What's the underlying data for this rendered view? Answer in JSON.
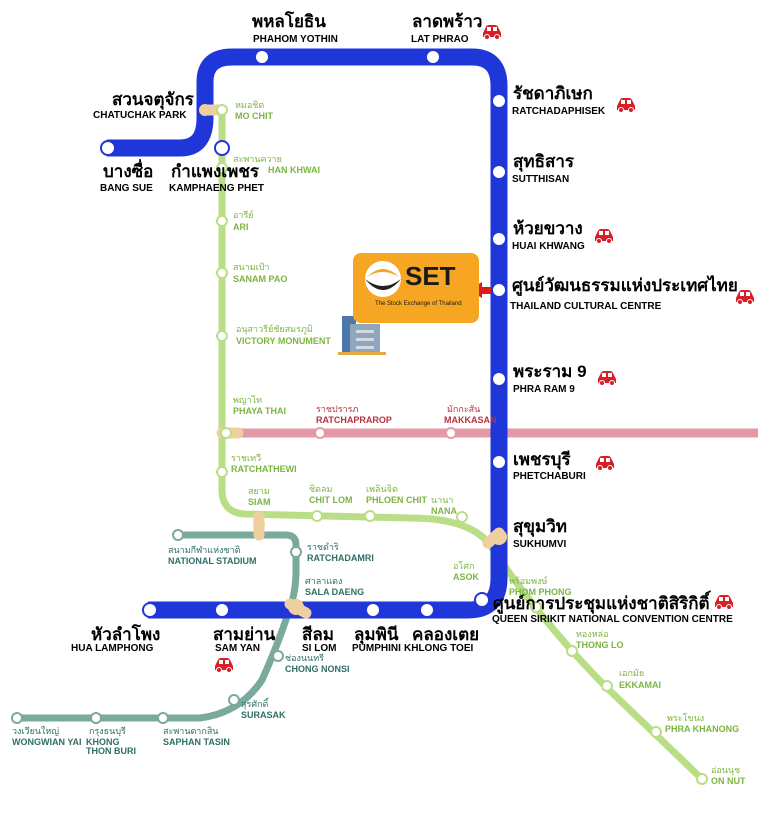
{
  "colors": {
    "mrt_blue": "#1f36d9",
    "bts_sukhumvit": "#b9de86",
    "bts_silom": "#7aaa9c",
    "airport_link": "#e39aa4",
    "interchange": "#f0cf9e",
    "set_orange": "#f6a623",
    "arrow_red": "#e01b1b",
    "car_red": "#d61f26"
  },
  "mrt": {
    "stations": [
      {
        "th": "พหลโยธิน",
        "en": "PHAHOM YOTHIN"
      },
      {
        "th": "ลาดพร้าว",
        "en": "LAT PHRAO"
      },
      {
        "th": "รัชดาภิเษก",
        "en": "RATCHADAPHISEK"
      },
      {
        "th": "สุทธิสาร",
        "en": "SUTTHISAN"
      },
      {
        "th": "ห้วยขวาง",
        "en": "HUAI KHWANG"
      },
      {
        "th": "ศูนย์วัฒนธรรมแห่งประเทศไทย",
        "en": "THAILAND CULTURAL CENTRE"
      },
      {
        "th": "พระราม 9",
        "en": "PHRA RAM 9"
      },
      {
        "th": "เพชรบุรี",
        "en": "PHETCHABURI"
      },
      {
        "th": "สุขุมวิท",
        "en": "SUKHUMVI"
      },
      {
        "th": "ศูนย์การประชุมแห่งชาติสิริกิติ์",
        "en": "QUEEN SIRIKIT NATIONAL CONVENTION CENTRE"
      },
      {
        "th": "คลองเตย",
        "en": "KHLONG TOEI"
      },
      {
        "th": "ลุมพินี",
        "en": "PUMPHINI"
      },
      {
        "th": "สีลม",
        "en": "SI LOM"
      },
      {
        "th": "สามย่าน",
        "en": "SAM YAN"
      },
      {
        "th": "หัวลำโพง",
        "en": "HUA LAMPHONG"
      },
      {
        "th": "บางซื่อ",
        "en": "BANG SUE"
      },
      {
        "th": "กำแพงเพชร",
        "en": "KAMPHAENG PHET"
      },
      {
        "th": "สวนจตุจักร",
        "en": "CHATUCHAK PARK"
      }
    ]
  },
  "bts_sukhumvit": {
    "stations": [
      {
        "th": "หมอชิต",
        "en": "MO CHIT"
      },
      {
        "th": "สะพานควาย",
        "en": "HAN KHWAI"
      },
      {
        "th": "อารีย์",
        "en": "ARI"
      },
      {
        "th": "สนามเป้า",
        "en": "SANAM PAO"
      },
      {
        "th": "อนุสาวรีย์ชัยสมรภูมิ",
        "en": "VICTORY MONUMENT"
      },
      {
        "th": "พญาไท",
        "en": "PHAYA THAI"
      },
      {
        "th": "ราชเทวี",
        "en": "RATCHATHEWI"
      },
      {
        "th": "สยาม",
        "en": "SIAM"
      },
      {
        "th": "ชิดลม",
        "en": "CHIT LOM"
      },
      {
        "th": "เพลินจิต",
        "en": "PHLOEN CHIT"
      },
      {
        "th": "นานา",
        "en": "NANA"
      },
      {
        "th": "อโศก",
        "en": "ASOK"
      },
      {
        "th": "พร้อมพงษ์",
        "en": "PHOM PHONG"
      },
      {
        "th": "ทองหล่อ",
        "en": "THONG LO"
      },
      {
        "th": "เอกมัย",
        "en": "EKKAMAI"
      },
      {
        "th": "พระโขนง",
        "en": "PHRA KHANONG"
      },
      {
        "th": "อ่อนนุช",
        "en": "ON NUT"
      }
    ]
  },
  "bts_silom": {
    "stations": [
      {
        "th": "สนามกีฬาแห่งชาติ",
        "en": "NATIONAL STADIUM"
      },
      {
        "th": "ราชดำริ",
        "en": "RATCHADAMRI"
      },
      {
        "th": "ศาลาแดง",
        "en": "SALA DAENG"
      },
      {
        "th": "ช่องนนทรี",
        "en": "CHONG NONSI"
      },
      {
        "th": "สุรศักดิ์",
        "en": "SURASAK"
      },
      {
        "th": "สะพานตากสิน",
        "en": "SAPHAN TASIN"
      },
      {
        "th": "กรุงธนบุรี",
        "en": "KHONG THON BURI"
      },
      {
        "th": "วงเวียนใหญ่",
        "en": "WONGWIAN YAI"
      }
    ]
  },
  "airport_link": {
    "stations": [
      {
        "th": "ราชปรารภ",
        "en": "RATCHAPRAROP"
      },
      {
        "th": "มักกะสัน",
        "en": "MAKKASAN"
      }
    ]
  },
  "set_logo": {
    "word": "SET",
    "subtitle": "The Stock Exchange of Thailand"
  },
  "icons": {
    "car": "car-icon",
    "arrow": "arrow-left-icon",
    "building": "building-icon"
  }
}
